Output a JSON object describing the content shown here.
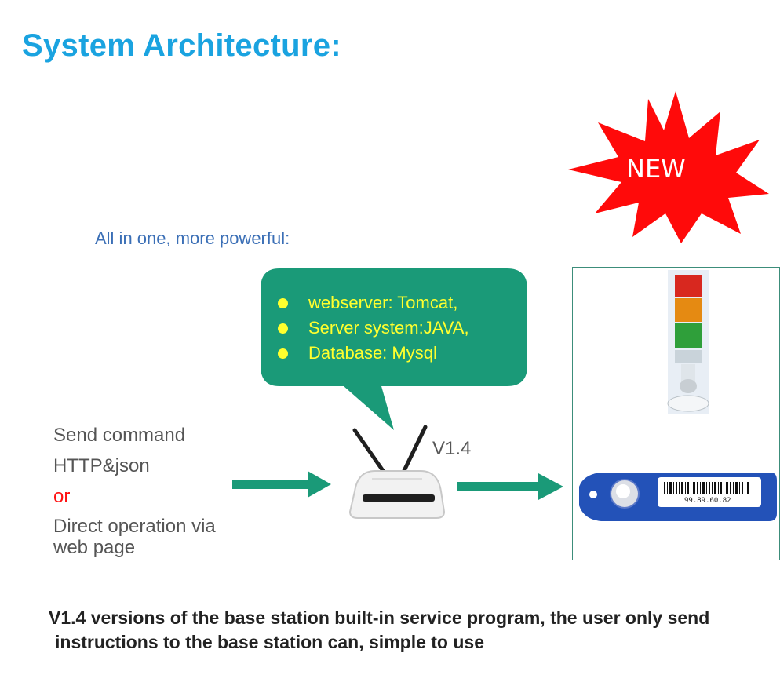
{
  "header": {
    "title": "System Architecture:"
  },
  "subtitle": "All in one, more powerful:",
  "badge": {
    "label": "NEW",
    "color": "#ff0a0a"
  },
  "bubble": {
    "color": "#1a9a78",
    "items": [
      "webserver: Tomcat,",
      "Server system:JAVA,",
      "Database: Mysql"
    ]
  },
  "input_side": {
    "line1": "Send command",
    "line2": "HTTP&json",
    "or": "or",
    "line3": "Direct operation via",
    "line4": "web page"
  },
  "router": {
    "version": "V1.4"
  },
  "arrow_color": "#1a9a78",
  "tag": {
    "barcode_text": "99.89.60.82"
  },
  "caption": {
    "line1": "V1.4 versions of the base station built-in service program, the user only send",
    "line2": "instructions to the base station can, simple to use"
  }
}
